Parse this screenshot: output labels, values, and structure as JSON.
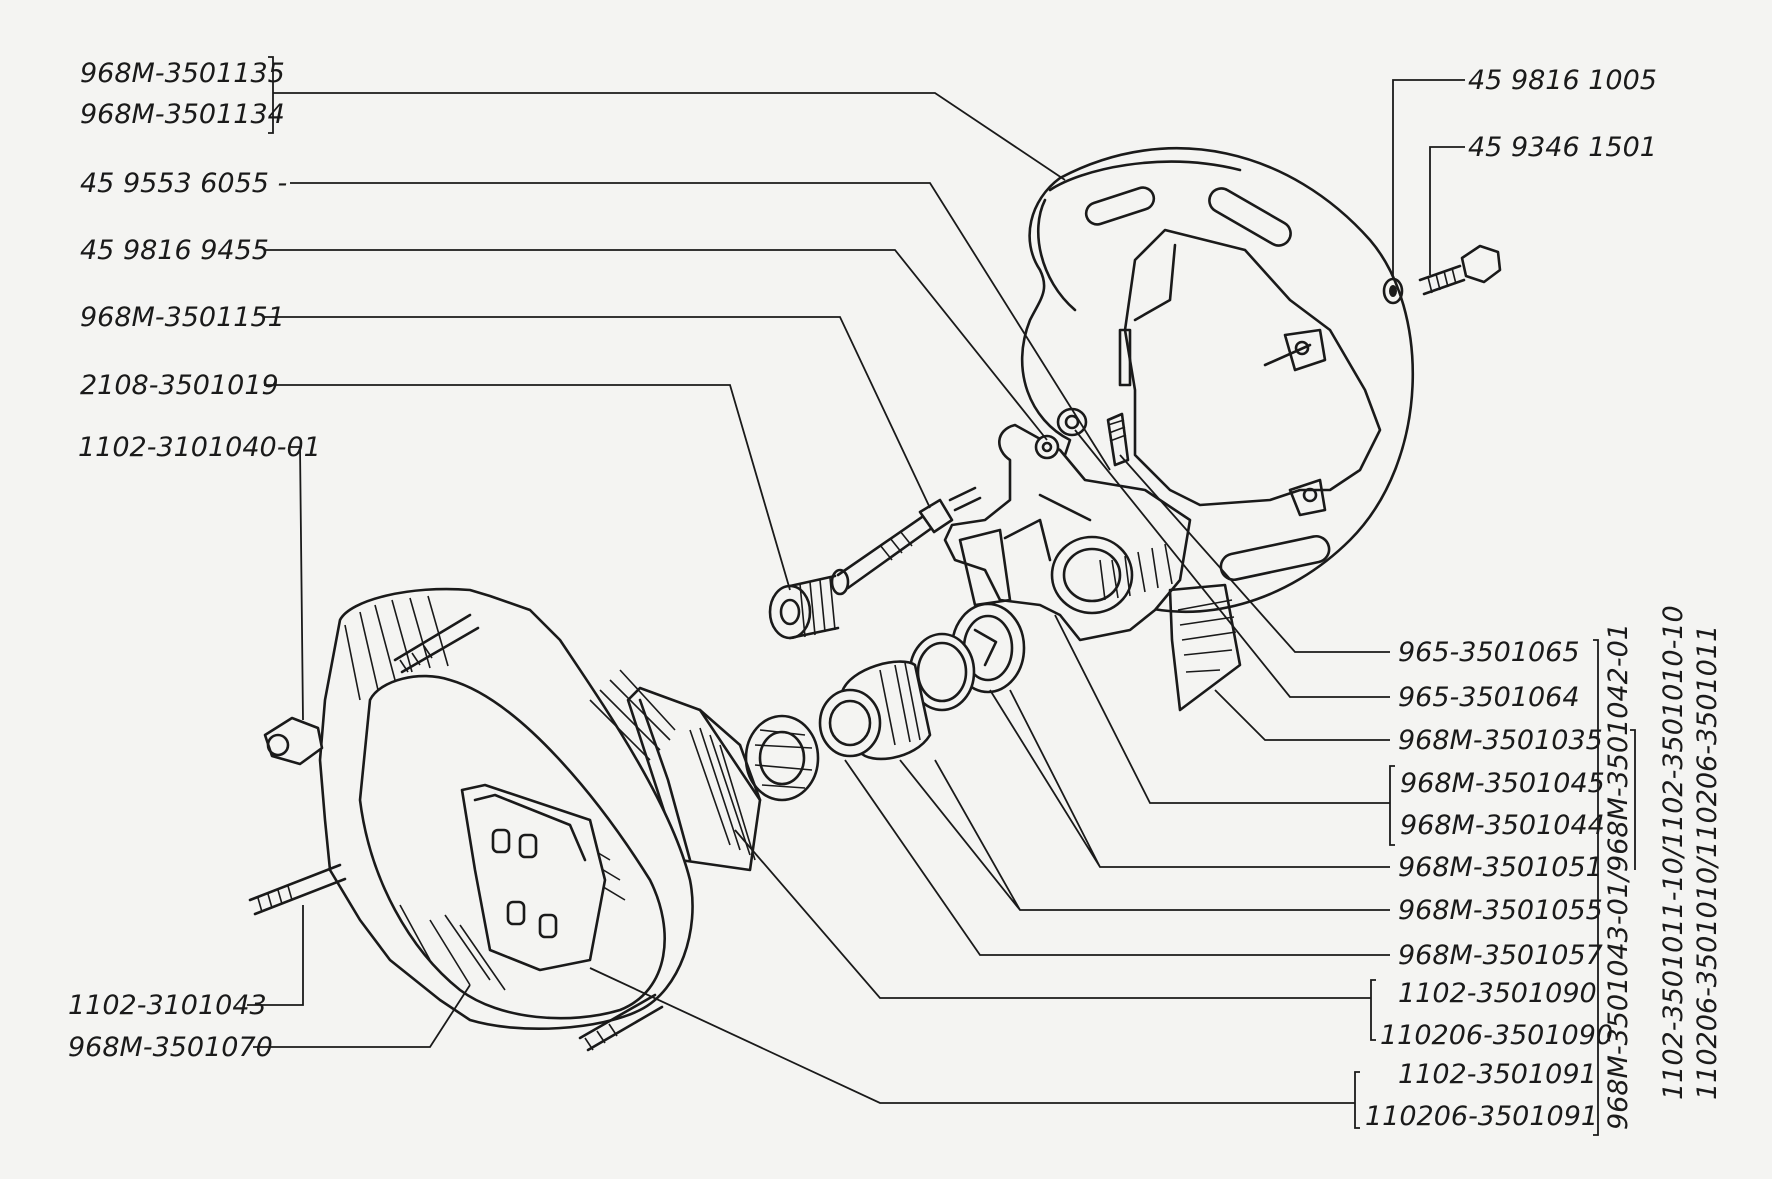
{
  "labels": {
    "l1": "968M-3501135",
    "l2": "968M-3501134",
    "l3": "45 9553 6055 -",
    "l4": "45 9816 9455",
    "l5": "968M-3501151",
    "l6": "2108-3501019",
    "l7": "1102-3101040-01",
    "l8": "1102-3101043",
    "l9": "968M-3501070",
    "r1": "45 9816 1005",
    "r2": "45 9346 1501",
    "r3": "965-3501065",
    "r4": "965-3501064",
    "r5": "968M-3501035",
    "r6": "968M-3501045",
    "r7": "968M-3501044",
    "r8": "968M-3501051",
    "r9": "968M-3501055",
    "r10": "968M-3501057",
    "r11": "1102-3501090",
    "r12": "110206-3501090",
    "r13": "1102-3501091",
    "r14": "110206-3501091",
    "v1": "968M-3501043-01/968M-3501042-01",
    "v2": "1102-3501011-10/1102-3501010-10",
    "v3": "110206-3501010/110206-3501011"
  }
}
